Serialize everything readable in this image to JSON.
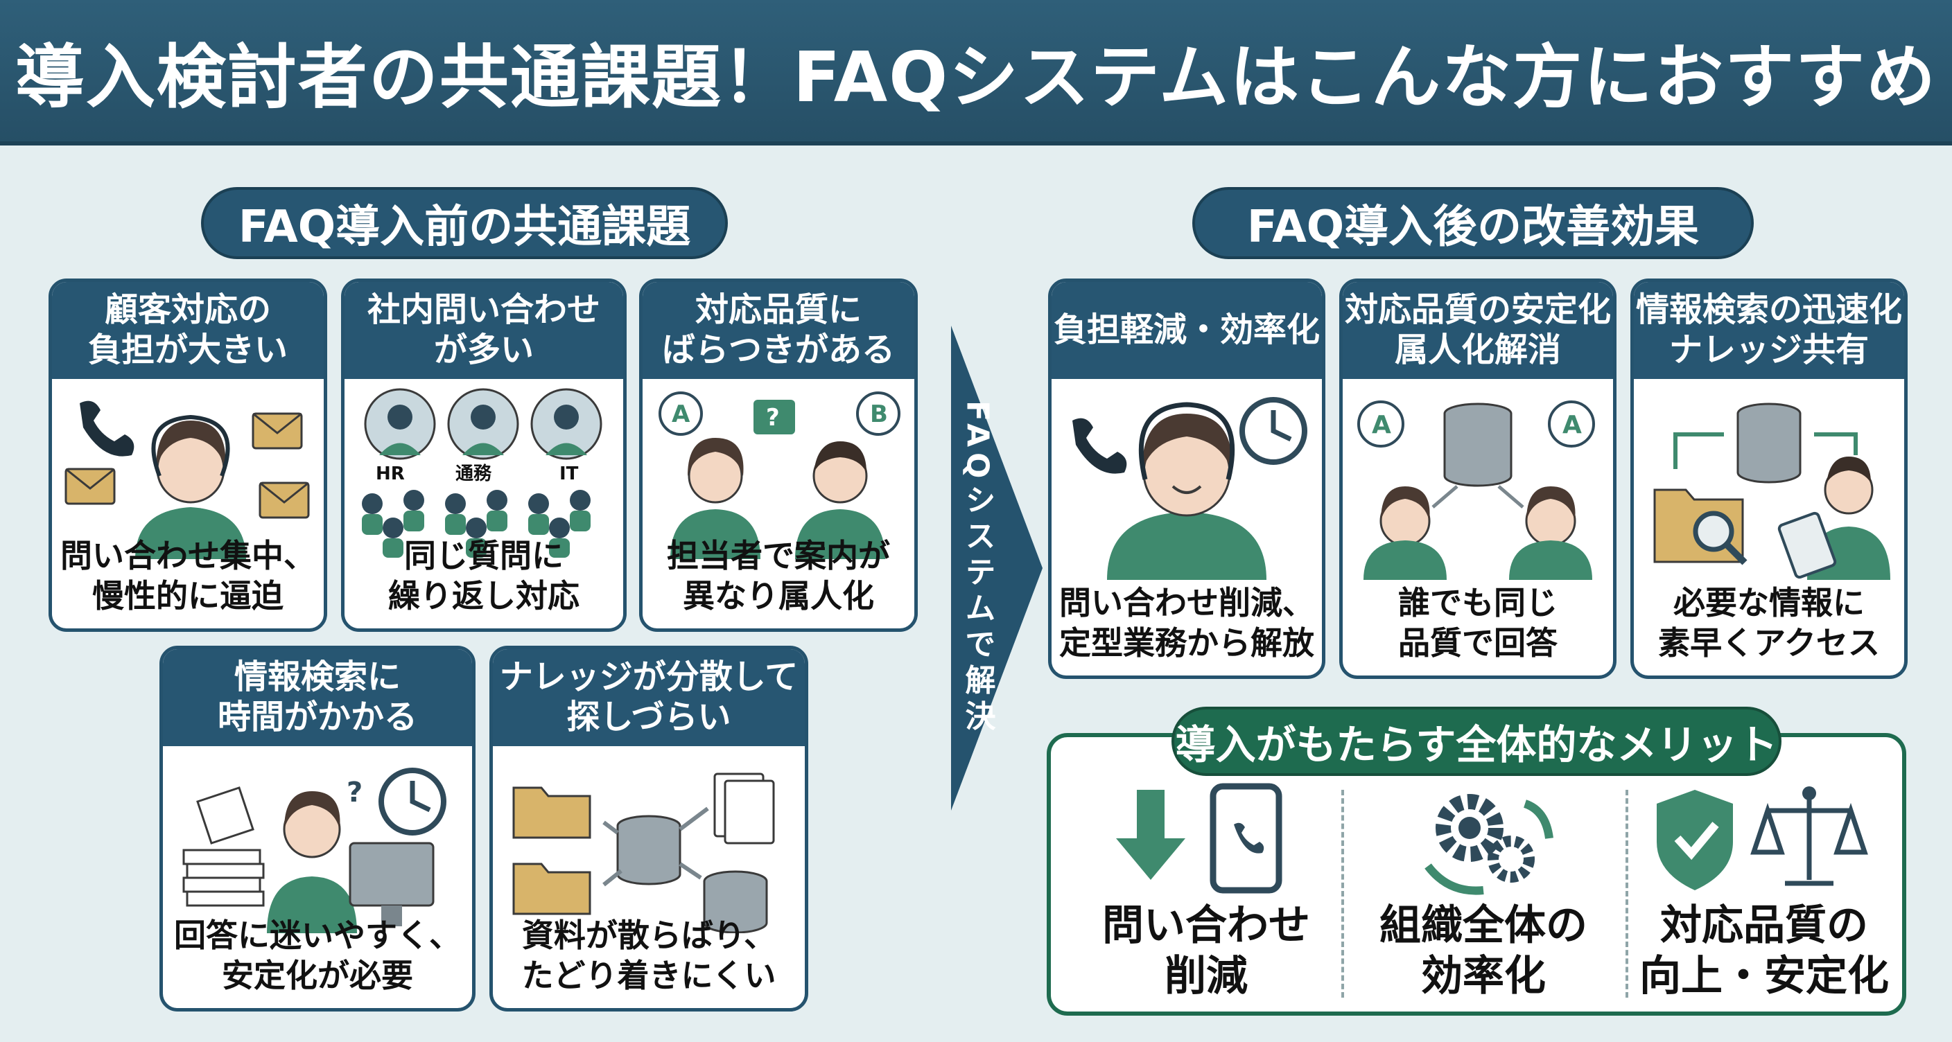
{
  "header": {
    "title": "導入検討者の共通課題！FAQシステムはこんな方におすすめ"
  },
  "before": {
    "heading": "FAQ導入前の共通課題",
    "cards": [
      {
        "title": "顧客対応の\n負担が大きい",
        "text": "問い合わせ集中、\n慢性的に逼迫"
      },
      {
        "title": "社内問い合わせ\nが多い",
        "text": "同じ質問に\n繰り返し対応",
        "labels": [
          "HR",
          "通務",
          "IT"
        ]
      },
      {
        "title": "対応品質に\nばらつきがある",
        "text": "担当者で案内が\n異なり属人化",
        "labels": [
          "A",
          "?",
          "B"
        ]
      },
      {
        "title": "情報検索に\n時間がかかる",
        "text": "回答に迷いやすく、\n安定化が必要"
      },
      {
        "title": "ナレッジが分散して\n探しづらい",
        "text": "資料が散らばり、\nたどり着きにくい"
      }
    ]
  },
  "arrow": {
    "label": "FAQシステムで解決"
  },
  "after": {
    "heading": "FAQ導入後の改善効果",
    "cards": [
      {
        "title": "負担軽減・効率化",
        "text": "問い合わせ削減、\n定型業務から解放"
      },
      {
        "title": "対応品質の安定化\n属人化解消",
        "text": "誰でも同じ\n品質で回答",
        "labels": [
          "A",
          "A"
        ]
      },
      {
        "title": "情報検索の迅速化\nナレッジ共有",
        "text": "必要な情報に\n素早くアクセス"
      }
    ]
  },
  "merits": {
    "heading": "導入がもたらす全体的なメリット",
    "items": [
      {
        "text": "問い合わせ\n削減",
        "icon": "down-arrow-phone-icon"
      },
      {
        "text": "組織全体の\n効率化",
        "icon": "gears-cycle-icon"
      },
      {
        "text": "対応品質の\n向上・安定化",
        "icon": "shield-scale-icon"
      }
    ]
  },
  "colors": {
    "navy": "#275672",
    "green": "#1e6b4f",
    "teal": "#3f8a6e",
    "gold": "#d8b46a",
    "bg": "#e4eef0"
  }
}
